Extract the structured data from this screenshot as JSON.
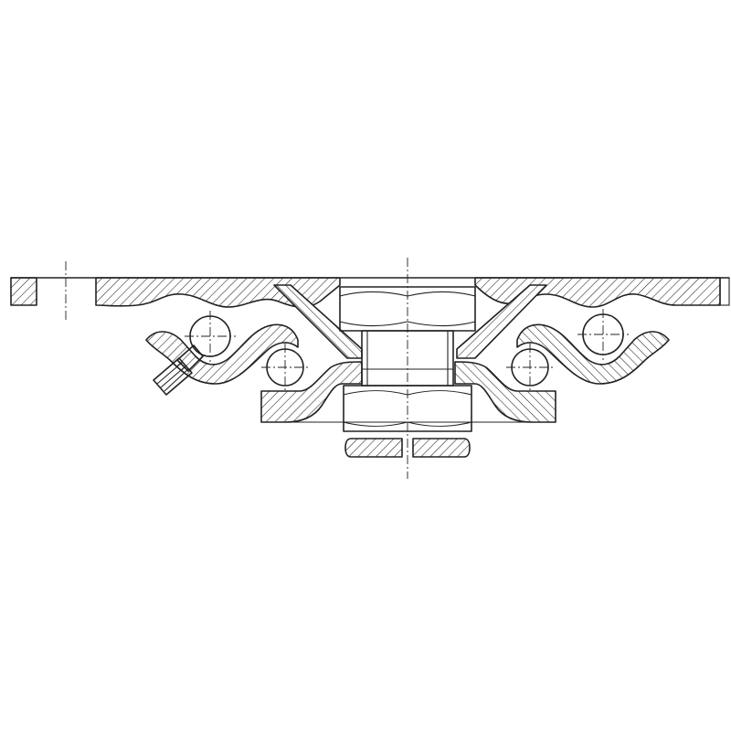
{
  "drawing": {
    "colors": {
      "line": "#222222",
      "background": "#ffffff",
      "hatch": "#222222"
    },
    "components": [
      "top-mounting-plate",
      "bolt-hole-left",
      "bolt-hole-right",
      "upper-raceway",
      "lower-raceway",
      "ball-bearing-left-outer",
      "ball-bearing-left-inner",
      "ball-bearing-right-outer",
      "ball-bearing-right-inner",
      "kingpin-head-nut",
      "kingpin-shaft",
      "lower-nut",
      "locking-nut",
      "grease-nipple",
      "center-axis"
    ]
  }
}
